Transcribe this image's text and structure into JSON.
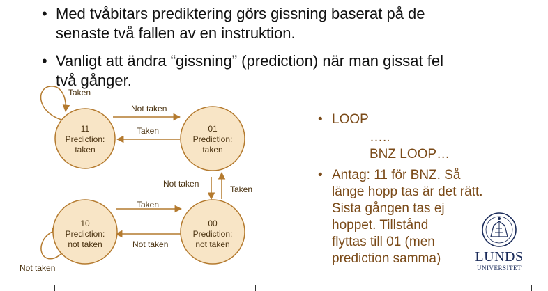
{
  "bullets": [
    {
      "symbol": "•",
      "lines": [
        "Med tvåbitars prediktering görs gissning baserat på de",
        "senaste två fallen av en instruktion."
      ]
    },
    {
      "symbol": "•",
      "lines": [
        "Vanligt att ändra “gissning” (prediction) när man gissat fel",
        "två gånger."
      ]
    }
  ],
  "diagram": {
    "states": [
      {
        "id": "11",
        "line1": "11",
        "line2": "Prediction:",
        "line3": "taken"
      },
      {
        "id": "01",
        "line1": "01",
        "line2": "Prediction:",
        "line3": "taken"
      },
      {
        "id": "10",
        "line1": "10",
        "line2": "Prediction:",
        "line3": "not taken"
      },
      {
        "id": "00",
        "line1": "00",
        "line2": "Prediction:",
        "line3": "not taken"
      }
    ],
    "edges": {
      "self_11": "Taken",
      "e11_01": "Not taken",
      "e01_11": "Taken",
      "e01_00": "Not taken",
      "e00_01": "Taken",
      "e10_00": "Taken",
      "e00_10": "Not taken",
      "self_10": "Not taken"
    },
    "colors": {
      "fill": "#f8e5c6",
      "stroke": "#b47a2e",
      "text": "#4a3210"
    }
  },
  "side": {
    "loop_label": "LOOP",
    "dots": "…..",
    "bnz": "BNZ LOOP…",
    "note_lines": [
      "Antag: 11 för BNZ. Så",
      "länge hopp tas är det rätt.",
      "Sista gången tas ej",
      "hoppet. Tillstånd",
      "flyttas till 01 (men",
      "prediction samma)"
    ],
    "color": "#7a4a18"
  },
  "logo": {
    "name": "LUNDS",
    "sub": "UNIVERSITET",
    "color": "#1a2b5a"
  }
}
